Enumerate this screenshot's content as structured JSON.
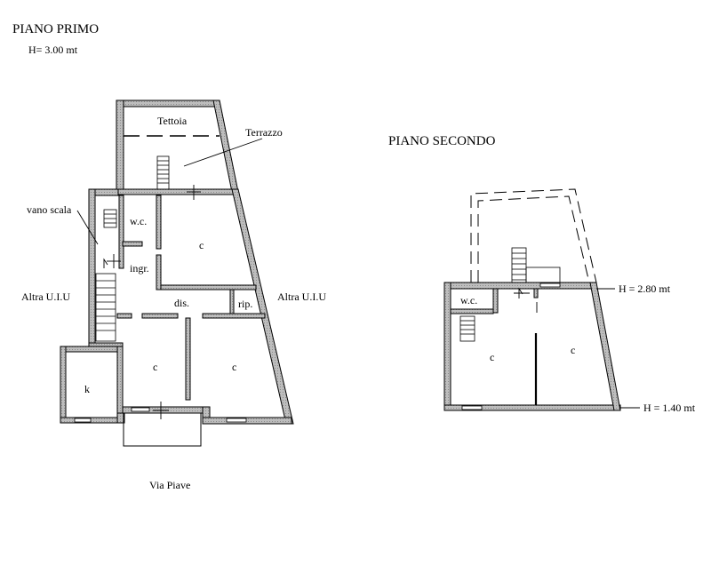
{
  "floor1": {
    "title": "PIANO PRIMO",
    "height": "H= 3.00 mt",
    "rooms": {
      "tettoia": "Tettoia",
      "terrazzo": "Terrazzo",
      "vano_scala": "vano scala",
      "wc": "w.c.",
      "ingr": "ingr.",
      "c_upper": "c",
      "dis": "dis.",
      "rip": "rip.",
      "c_lower_left": "c",
      "c_lower_right": "c",
      "k": "k"
    },
    "neighbor_left": "Altra U.I.U",
    "neighbor_right": "Altra U.I.U",
    "street": "Via Piave"
  },
  "floor2": {
    "title": "PIANO SECONDO",
    "height_top": "H = 2.80 mt",
    "height_bottom": "H = 1.40 mt",
    "rooms": {
      "wc": "w.c.",
      "c_left": "c",
      "c_right": "c"
    }
  },
  "colors": {
    "wall_fill": "#b8b8b8",
    "line": "#000000",
    "background": "#ffffff"
  }
}
